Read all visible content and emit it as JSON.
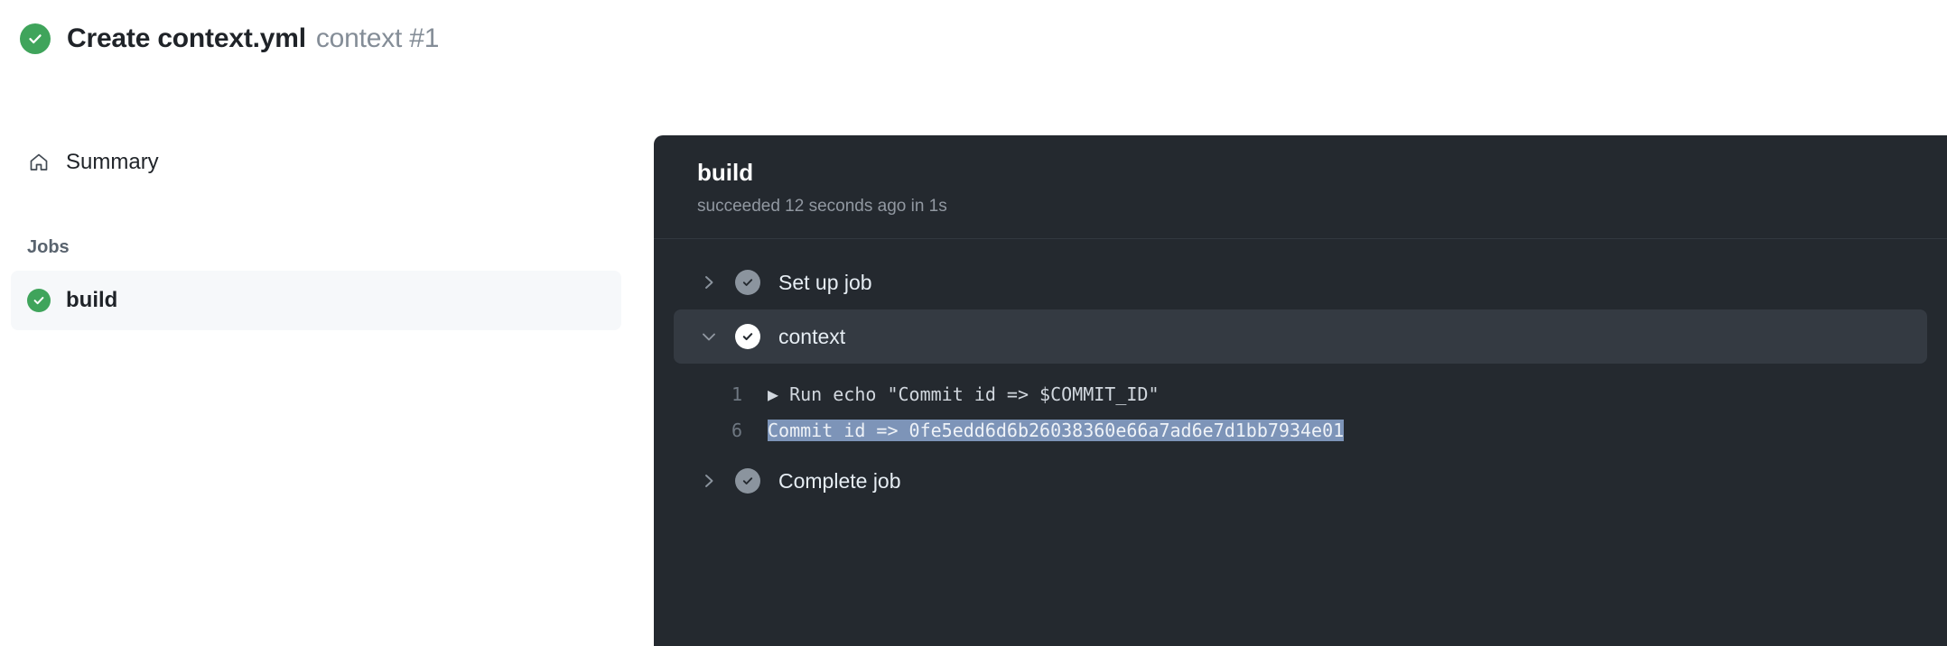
{
  "header": {
    "status_icon": "check-circle-icon",
    "status_color": "#3fa45b",
    "title": "Create context.yml",
    "subtitle": "context #1"
  },
  "sidebar": {
    "summary": {
      "icon": "home-icon",
      "label": "Summary"
    },
    "jobs_heading": "Jobs",
    "jobs": [
      {
        "label": "build",
        "status": "success",
        "status_icon": "check-circle-icon",
        "selected": true
      }
    ]
  },
  "panel": {
    "title": "build",
    "subtitle": "succeeded 12 seconds ago in 1s",
    "steps": [
      {
        "label": "Set up job",
        "expanded": false,
        "chevron": "chevron-right-icon",
        "status_icon": "check-circle-icon"
      },
      {
        "label": "context",
        "expanded": true,
        "chevron": "chevron-down-icon",
        "status_icon": "check-circle-icon",
        "log": [
          {
            "num": "1",
            "arrow": "▶",
            "text": " Run echo \"Commit id => $COMMIT_ID\"",
            "selected": false
          },
          {
            "num": "6",
            "arrow": "",
            "text": "Commit id => 0fe5edd6d6b26038360e66a7ad6e7d1bb7934e01",
            "selected": true
          }
        ]
      },
      {
        "label": "Complete job",
        "expanded": false,
        "chevron": "chevron-right-icon",
        "status_icon": "check-circle-icon"
      }
    ]
  },
  "colors": {
    "success_green": "#3fa45b",
    "panel_bg": "#24292f",
    "row_highlight": "#343a42",
    "selection_blue": "#7d94b8"
  }
}
